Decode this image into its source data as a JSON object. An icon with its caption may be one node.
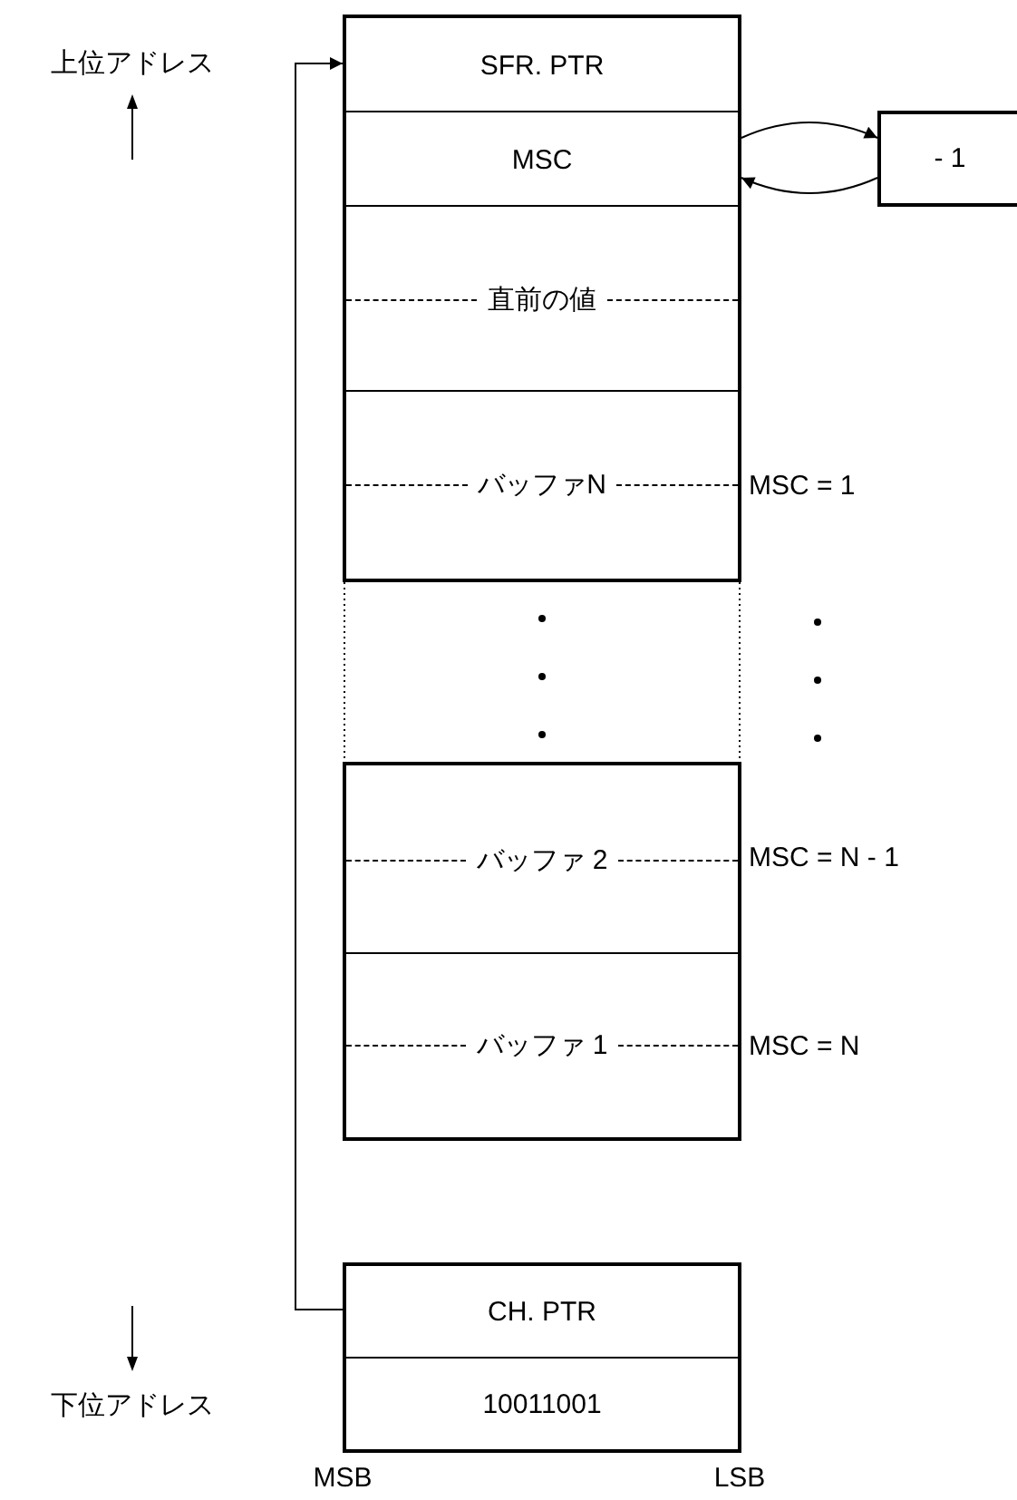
{
  "diagram": {
    "nodes": [
      {
        "text": [
          "SFR. PTR"
        ]
      },
      {
        "text": [
          "MSC"
        ]
      },
      {
        "text": [
          "直前の値"
        ]
      },
      {
        "text": [
          "バッファN"
        ],
        "beside": [
          "MSC = 1"
        ]
      },
      {
        "text": [
          "バッファ 2"
        ],
        "beside": [
          "MSC = N - 1"
        ]
      },
      {
        "text": [
          "バッファ 1"
        ],
        "beside": [
          "MSC = N"
        ]
      },
      {
        "text": [
          "- 1"
        ]
      },
      {
        "text": [
          "CH. PTR"
        ]
      },
      {
        "text": [
          "10011001"
        ]
      }
    ],
    "edges": [
      {
        "from": 7,
        "to": 0,
        "arrow": "to"
      },
      {
        "from": 1,
        "to": 6,
        "arrow": "to"
      },
      {
        "from": 6,
        "to": 1,
        "arrow": "to"
      }
    ],
    "labels": [
      "上位アドレス",
      "下位アドレス",
      "MSB",
      "LSB"
    ]
  }
}
